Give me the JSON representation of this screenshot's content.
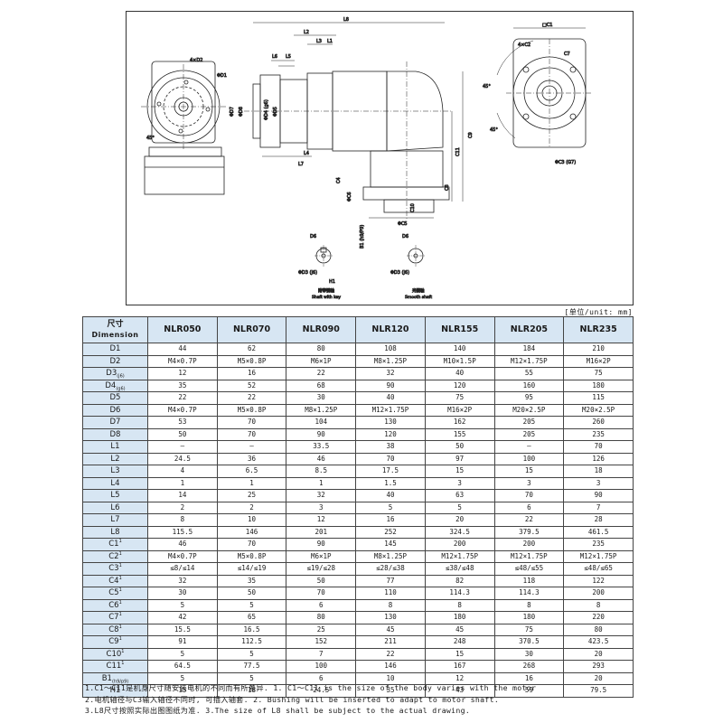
{
  "drawing": {
    "labels": {
      "l8": "L8",
      "l2": "L2",
      "l3": "L3",
      "l1": "L1",
      "l6": "L6",
      "l5": "L5",
      "l7": "L7",
      "l4": "L4",
      "c1": "□C1",
      "c2": "4×C2",
      "c6": "ΦC6",
      "c3": "ΦC3 (G7)",
      "c4": "C4",
      "c5": "ΦC5",
      "c7": "C7",
      "c8": "C8",
      "c9": "C9",
      "c10": "C10",
      "c11": "C11",
      "d2": "4×D2",
      "d1": "ΦD1",
      "d7": "ΦD7",
      "d8": "ΦD8",
      "d4": "ΦD4 (g6)",
      "d5": "ΦD5",
      "d6a": "D6",
      "d6b": "D6",
      "d3a": "ΦD3 (j6)",
      "d3b": "ΦD3 (j6)",
      "h1": "H1",
      "b1": "B1 (h9/P9)",
      "ang45a": "45°",
      "ang45b": "45°",
      "ang45c": "45°"
    },
    "shaft_key_zh": "附带键轴",
    "shaft_key_en": "Shaft with key",
    "smooth_shaft_zh": "光键轴",
    "smooth_shaft_en": "Smooth shaft"
  },
  "unit_label": "[单位/unit: mm]",
  "table": {
    "header_zh": "尺寸",
    "header_en": "Dimension",
    "models": [
      "NLR050",
      "NLR070",
      "NLR090",
      "NLR120",
      "NLR155",
      "NLR205",
      "NLR235"
    ],
    "rows": [
      {
        "label": "D1",
        "sub": "",
        "sup": "",
        "values": [
          "44",
          "62",
          "80",
          "108",
          "140",
          "184",
          "210"
        ]
      },
      {
        "label": "D2",
        "sub": "",
        "sup": "",
        "values": [
          "M4×0.7P",
          "M5×0.8P",
          "M6×1P",
          "M8×1.25P",
          "M10×1.5P",
          "M12×1.75P",
          "M16×2P"
        ]
      },
      {
        "label": "D3",
        "sub": "(j6)",
        "sup": "",
        "values": [
          "12",
          "16",
          "22",
          "32",
          "40",
          "55",
          "75"
        ]
      },
      {
        "label": "D4",
        "sub": "(g6)",
        "sup": "",
        "values": [
          "35",
          "52",
          "68",
          "90",
          "120",
          "160",
          "180"
        ]
      },
      {
        "label": "D5",
        "sub": "",
        "sup": "",
        "values": [
          "22",
          "22",
          "30",
          "40",
          "75",
          "95",
          "115"
        ]
      },
      {
        "label": "D6",
        "sub": "",
        "sup": "",
        "values": [
          "M4×0.7P",
          "M5×0.8P",
          "M8×1.25P",
          "M12×1.75P",
          "M16×2P",
          "M20×2.5P",
          "M20×2.5P"
        ]
      },
      {
        "label": "D7",
        "sub": "",
        "sup": "",
        "values": [
          "53",
          "70",
          "104",
          "130",
          "162",
          "205",
          "260"
        ]
      },
      {
        "label": "D8",
        "sub": "",
        "sup": "",
        "values": [
          "50",
          "70",
          "90",
          "120",
          "155",
          "205",
          "235"
        ]
      },
      {
        "label": "L1",
        "sub": "",
        "sup": "",
        "values": [
          "—",
          "—",
          "33.5",
          "38",
          "50",
          "—",
          "70"
        ]
      },
      {
        "label": "L2",
        "sub": "",
        "sup": "",
        "values": [
          "24.5",
          "36",
          "46",
          "70",
          "97",
          "100",
          "126"
        ]
      },
      {
        "label": "L3",
        "sub": "",
        "sup": "",
        "values": [
          "4",
          "6.5",
          "8.5",
          "17.5",
          "15",
          "15",
          "18"
        ]
      },
      {
        "label": "L4",
        "sub": "",
        "sup": "",
        "values": [
          "1",
          "1",
          "1",
          "1.5",
          "3",
          "3",
          "3"
        ]
      },
      {
        "label": "L5",
        "sub": "",
        "sup": "",
        "values": [
          "14",
          "25",
          "32",
          "40",
          "63",
          "70",
          "90"
        ]
      },
      {
        "label": "L6",
        "sub": "",
        "sup": "",
        "values": [
          "2",
          "2",
          "3",
          "5",
          "5",
          "6",
          "7"
        ]
      },
      {
        "label": "L7",
        "sub": "",
        "sup": "",
        "values": [
          "8",
          "10",
          "12",
          "16",
          "20",
          "22",
          "28"
        ]
      },
      {
        "label": "L8",
        "sub": "",
        "sup": "",
        "values": [
          "115.5",
          "146",
          "201",
          "252",
          "324.5",
          "379.5",
          "461.5"
        ]
      },
      {
        "label": "C1",
        "sub": "",
        "sup": "1",
        "values": [
          "46",
          "70",
          "90",
          "145",
          "200",
          "200",
          "235"
        ]
      },
      {
        "label": "C2",
        "sub": "",
        "sup": "1",
        "values": [
          "M4×0.7P",
          "M5×0.8P",
          "M6×1P",
          "M8×1.25P",
          "M12×1.75P",
          "M12×1.75P",
          "M12×1.75P"
        ]
      },
      {
        "label": "C3",
        "sub": "",
        "sup": "1",
        "values": [
          "≤8/≤14",
          "≤14/≤19",
          "≤19/≤28",
          "≤28/≤38",
          "≤38/≤48",
          "≤48/≤55",
          "≤48/≤65"
        ]
      },
      {
        "label": "C4",
        "sub": "",
        "sup": "1",
        "values": [
          "32",
          "35",
          "50",
          "77",
          "82",
          "118",
          "122"
        ]
      },
      {
        "label": "C5",
        "sub": "",
        "sup": "1",
        "values": [
          "30",
          "50",
          "70",
          "110",
          "114.3",
          "114.3",
          "200"
        ]
      },
      {
        "label": "C6",
        "sub": "",
        "sup": "1",
        "values": [
          "5",
          "5",
          "6",
          "8",
          "8",
          "8",
          "8"
        ]
      },
      {
        "label": "C7",
        "sub": "",
        "sup": "1",
        "values": [
          "42",
          "65",
          "80",
          "130",
          "180",
          "180",
          "220"
        ]
      },
      {
        "label": "C8",
        "sub": "",
        "sup": "1",
        "values": [
          "15.5",
          "16.5",
          "25",
          "45",
          "45",
          "75",
          "80"
        ]
      },
      {
        "label": "C9",
        "sub": "",
        "sup": "1",
        "values": [
          "91",
          "112.5",
          "152",
          "211",
          "248",
          "370.5",
          "423.5"
        ]
      },
      {
        "label": "C10",
        "sub": "",
        "sup": "1",
        "values": [
          "5",
          "5",
          "7",
          "22",
          "15",
          "30",
          "20"
        ]
      },
      {
        "label": "C11",
        "sub": "",
        "sup": "1",
        "values": [
          "64.5",
          "77.5",
          "100",
          "146",
          "167",
          "268",
          "293"
        ]
      },
      {
        "label": "B1",
        "sub": "(h9/p9)",
        "sup": "",
        "values": [
          "5",
          "5",
          "6",
          "10",
          "12",
          "16",
          "20"
        ]
      },
      {
        "label": "H1",
        "sub": "",
        "sup": "",
        "values": [
          "15",
          "18",
          "24.5",
          "35",
          "43",
          "59",
          "79.5"
        ]
      }
    ]
  },
  "notes": [
    "1.C1～C11是机身尺寸随安装电机的不同而有所差异. 1. C1～C11 is the size of the body varies with the motor",
    "2.电机轴径与C3输入轴径不同时, 可插入轴套. 2. Bushing will be inserted to adapt to motor shaft.",
    "3.L8尺寸按照实际出图图纸为准. 3.The size of L8 shall be subject to the actual drawing."
  ]
}
